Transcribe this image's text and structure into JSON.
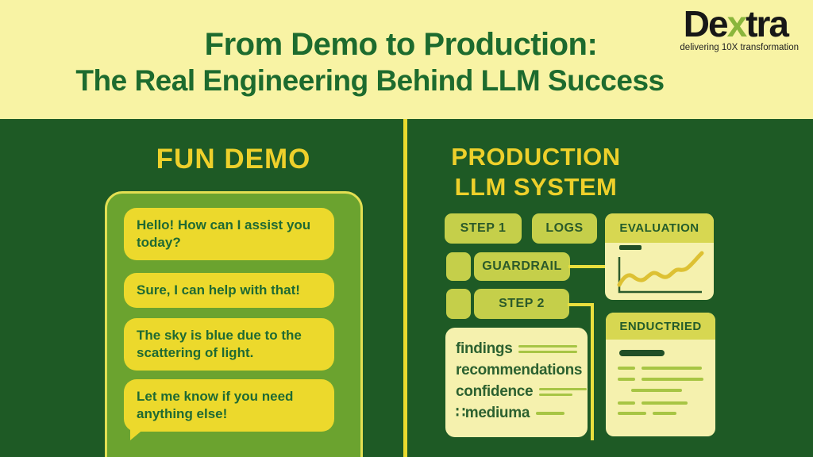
{
  "header": {
    "title_line1": "From Demo to Production:",
    "title_line2": "The Real Engineering Behind LLM Success",
    "logo": {
      "text_before": "De",
      "text_accent": "x",
      "text_after": "tra",
      "tagline": "delivering 10X transformation"
    }
  },
  "left_panel": {
    "heading": "FUN DEMO",
    "chat_messages": [
      "Hello! How can I assist you today?",
      "Sure, I can help with that!",
      "The sky is blue due to the scattering of light.",
      "Let me know if you need anything else!"
    ]
  },
  "right_panel": {
    "heading_line1": "PRODUCTION",
    "heading_line2": "LLM SYSTEM",
    "step1_label": "STEP 1",
    "logs_label": "LOGS",
    "guardrail_label": "GUARDRAIL",
    "step2_label": "STEP 2",
    "evaluation_card": {
      "title": "EVALUATION"
    },
    "report_card": {
      "line1": "findings",
      "line2": "recommendations",
      "line3": "confidence",
      "line4": "∷mediuma"
    },
    "inductried_card": {
      "title": "ENDUCTRIED"
    }
  },
  "colors": {
    "header_bg": "#f8f3a4",
    "panel_bg": "#1e5a25",
    "title_green": "#1d6b2e",
    "heading_yellow": "#eed02b",
    "bubble_yellow": "#ecd92c",
    "chat_green": "#6ba32f",
    "chat_border": "#e3df52",
    "box_olive": "#c5cf4a",
    "card_cream": "#f5f1ae",
    "card_band": "#d7d751",
    "accent_line": "#a7c544",
    "dark_ink": "#214f26",
    "divider_yellow": "#e9da2e",
    "chart_line": "#ddc133",
    "logo_accent": "#8ab63c"
  }
}
